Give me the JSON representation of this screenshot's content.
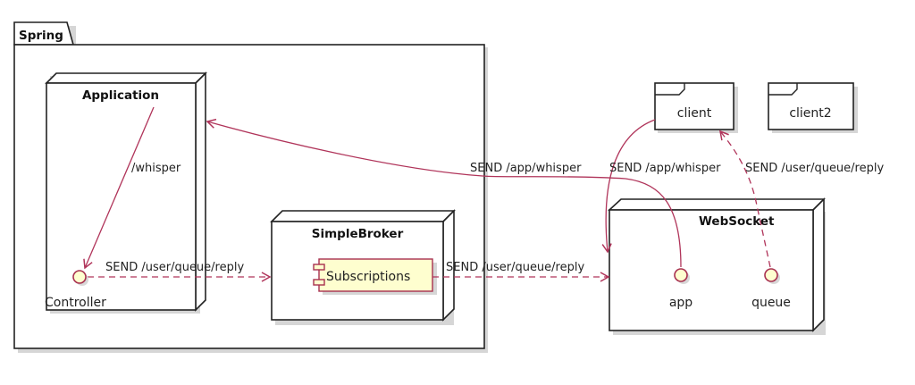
{
  "diagram": {
    "type": "deployment",
    "colors": {
      "edge": "#b0345a",
      "interface_fill": "#fefecf",
      "node_stroke": "#222222"
    },
    "package": {
      "label": "Spring"
    },
    "nodes": {
      "application": {
        "label": "Application"
      },
      "simple_broker": {
        "label": "SimpleBroker"
      },
      "websocket": {
        "label": "WebSocket"
      }
    },
    "frames": {
      "client": {
        "label": "client"
      },
      "client2": {
        "label": "client2"
      }
    },
    "components": {
      "subscriptions": {
        "label": "Subscriptions"
      }
    },
    "interfaces": {
      "controller": {
        "label": "Controller"
      },
      "app": {
        "label": "app"
      },
      "queue": {
        "label": "queue"
      }
    },
    "edges": [
      {
        "from": "Application",
        "to": "Controller",
        "label": "/whisper",
        "style": "solid"
      },
      {
        "from": "Controller",
        "to": "SimpleBroker",
        "label": "SEND /user/queue/reply",
        "style": "dashed"
      },
      {
        "from": "Subscriptions",
        "to": "WebSocket",
        "label": "SEND /user/queue/reply",
        "style": "dashed"
      },
      {
        "from": "app",
        "to": "Application",
        "label": "SEND /app/whisper",
        "style": "solid"
      },
      {
        "from": "client",
        "to": "WebSocket",
        "label": "SEND /app/whisper",
        "style": "solid"
      },
      {
        "from": "queue",
        "to": "client",
        "label": "SEND /user/queue/reply",
        "style": "dashed"
      }
    ]
  }
}
